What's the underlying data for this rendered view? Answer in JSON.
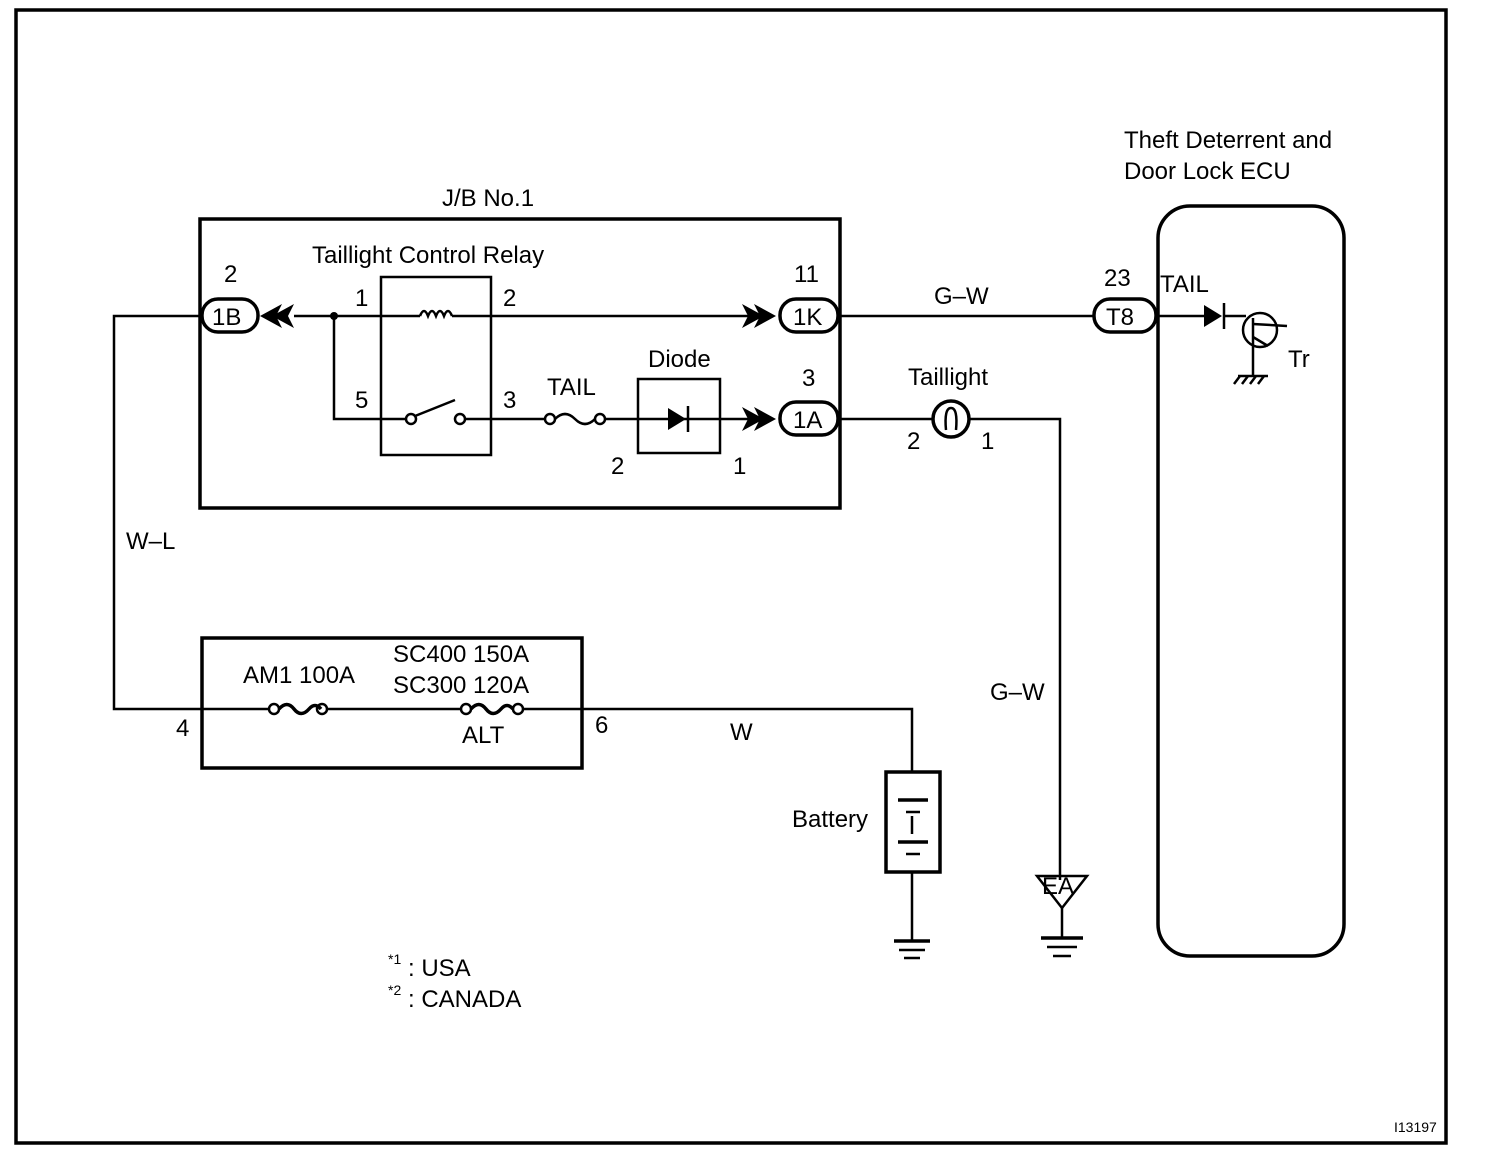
{
  "title": "",
  "junction_block": {
    "name": "J/B No.1",
    "relay_name": "Taillight Control Relay",
    "connector_1B": "1B",
    "connector_1B_pin": "2",
    "connector_1K": "1K",
    "connector_1K_pin": "11",
    "connector_1A": "1A",
    "connector_1A_pin": "3",
    "relay_pin_1": "1",
    "relay_pin_2": "2",
    "relay_pin_5": "5",
    "relay_pin_3": "3",
    "fuse_tail": "TAIL",
    "diode_name": "Diode",
    "diode_pin_2": "2",
    "diode_pin_1": "1"
  },
  "ecu": {
    "name_line1": "Theft Deterrent and",
    "name_line2": "Door Lock ECU",
    "connector": "T8",
    "connector_pin": "23",
    "input_label": "TAIL",
    "transistor_label": "Tr"
  },
  "taillight": {
    "name": "Taillight",
    "pin_2": "2",
    "pin_1": "1"
  },
  "fusible_link_block": {
    "am1": "AM1 100A",
    "sc400": "SC400 150A",
    "sc300": "SC300 120A",
    "alt": "ALT",
    "pin_4": "4",
    "pin_6": "6"
  },
  "wires": {
    "w_l": "W–L",
    "g_w_top": "G–W",
    "g_w_right": "G–W",
    "w": "W"
  },
  "battery": {
    "name": "Battery"
  },
  "ground_ea": "EA",
  "notes": {
    "n1_mark": "*1",
    "n1_text": ": USA",
    "n2_mark": "*2",
    "n2_text": ": CANADA"
  },
  "figure_code": "I13197"
}
